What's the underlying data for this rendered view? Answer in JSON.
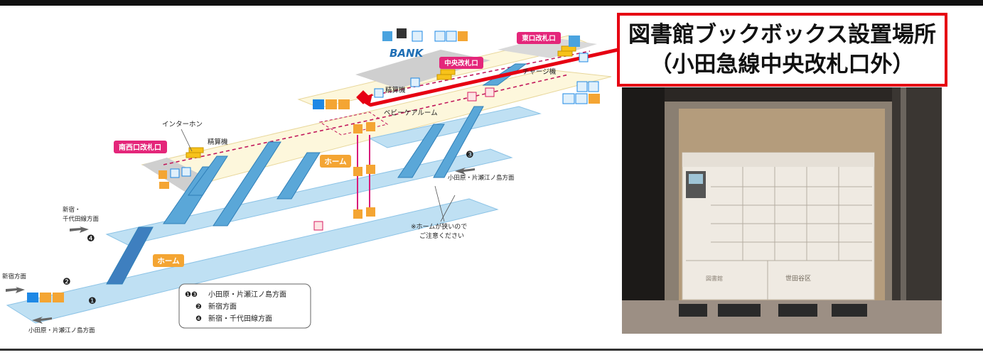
{
  "callout": {
    "line1": "図書館ブックボックス設置場所",
    "line2": "（小田急線中央改札口外）"
  },
  "map": {
    "gates": {
      "southwest": "南西口改札口",
      "central": "中央改札口",
      "east": "東口改札口"
    },
    "labels": {
      "intercom": "インターホン",
      "fare_adjust_1": "精算機",
      "fare_adjust_2": "精算機",
      "charge_machine": "チャージ機",
      "baby_care": "ベビーケアルーム",
      "bank": "BANK",
      "platform_upper": "ホーム",
      "platform_lower": "ホーム",
      "dir_odawara_right": "小田原・片瀬江ノ島方面",
      "dir_shinjuku_left_1": "新宿・",
      "dir_shinjuku_left_2": "千代田線方面",
      "dir_shinjuku_bottom": "新宿方面",
      "dir_odawara_bottom": "小田原・片瀬江ノ島方面",
      "narrow_1": "※ホームが狭いので",
      "narrow_2": "ご注意ください",
      "track1": "❶",
      "track2": "❷",
      "track3": "❸",
      "track4": "❹"
    },
    "legend": [
      {
        "marks": "❶❸",
        "text": "小田原・片瀬江ノ島方面"
      },
      {
        "marks": "❷",
        "text": "新宿方面"
      },
      {
        "marks": "❹",
        "text": "新宿・千代田線方面"
      }
    ]
  },
  "photo": {
    "box_left_label": "図書館",
    "box_right_label": "世田谷区"
  },
  "colors": {
    "accent_red": "#e60012",
    "gate_magenta": "#e4267a",
    "platform_blue": "#bfe0f3",
    "concourse_cream": "#fdf7dc",
    "escalator_blue": "#5aa7d8",
    "orange": "#f4a533"
  }
}
